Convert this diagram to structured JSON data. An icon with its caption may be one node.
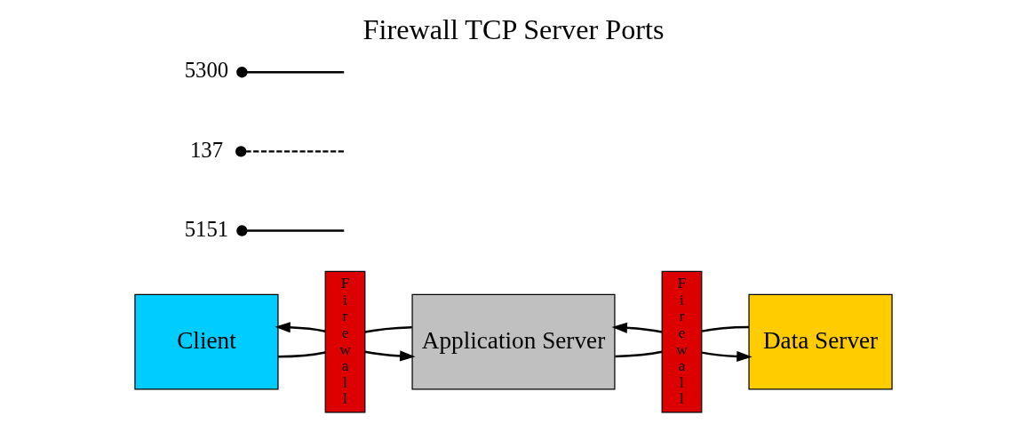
{
  "diagram": {
    "title": "Firewall TCP Server Ports",
    "nodes": [
      {
        "text": [
          "Client"
        ]
      },
      {
        "text": [
          "Firewall"
        ]
      },
      {
        "text": [
          "Application Server"
        ]
      },
      {
        "text": [
          "Firewall"
        ]
      },
      {
        "text": [
          "Data Server"
        ]
      },
      {
        "text": [
          "5151"
        ]
      },
      {
        "text": [
          "137"
        ]
      },
      {
        "text": [
          "5300"
        ]
      }
    ],
    "edges": [
      {
        "from": 2,
        "to": 1,
        "arrow": "none"
      },
      {
        "from": 1,
        "to": 0,
        "arrow": "to"
      },
      {
        "from": 0,
        "to": 1,
        "arrow": "none"
      },
      {
        "from": 1,
        "to": 2,
        "arrow": "to"
      },
      {
        "from": 4,
        "to": 3,
        "arrow": "none"
      },
      {
        "from": 3,
        "to": 2,
        "arrow": "to"
      },
      {
        "from": 2,
        "to": 3,
        "arrow": "none"
      },
      {
        "from": 3,
        "to": 4,
        "arrow": "to"
      },
      {
        "from": 5,
        "to": null,
        "arrow": "other"
      },
      {
        "from": 6,
        "to": null,
        "arrow": "other",
        "style": "dashed"
      },
      {
        "from": 7,
        "to": null,
        "arrow": "other"
      }
    ]
  }
}
